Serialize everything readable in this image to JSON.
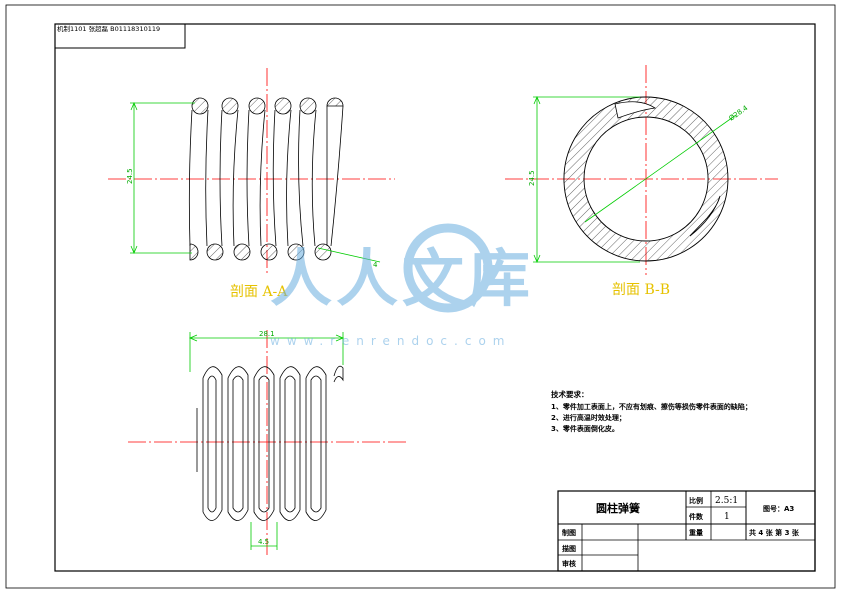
{
  "header": {
    "class_info": "机制1101 张超磊 B01118310119"
  },
  "views": {
    "section_aa": {
      "label": "剖面 A-A",
      "dim_height": "24.5",
      "dim_leader": "4"
    },
    "section_bb": {
      "label": "剖面 B-B",
      "dim_diameter": "Ø28.4",
      "dim_height": "24.5"
    },
    "side_view": {
      "dim_length": "28.1",
      "dim_pitch": "4.5"
    }
  },
  "watermark": {
    "text": "人人文库",
    "url": "www.renrendoc.com"
  },
  "tech_requirements": {
    "title": "技术要求：",
    "items": [
      "1、零件加工表面上，不应有划痕、擦伤等损伤零件表面的缺陷；",
      "2、进行高温时效处理；",
      "3、零件表面倒化皮。"
    ]
  },
  "title_block": {
    "part_name": "圆柱弹簧",
    "scale_label": "比例",
    "scale_value": "2.5:1",
    "qty_label": "件数",
    "qty_value": "1",
    "drawing_no_label": "图号：A3",
    "weight_label": "重量",
    "sheets": "共 4 张  第 3 张",
    "drawn_label": "制图",
    "draw_label": "描图",
    "check_label": "审核"
  },
  "colors": {
    "center_line": "#ff0000",
    "dimension": "#00cc00",
    "outline": "#000000",
    "watermark": "#6aaee0"
  }
}
